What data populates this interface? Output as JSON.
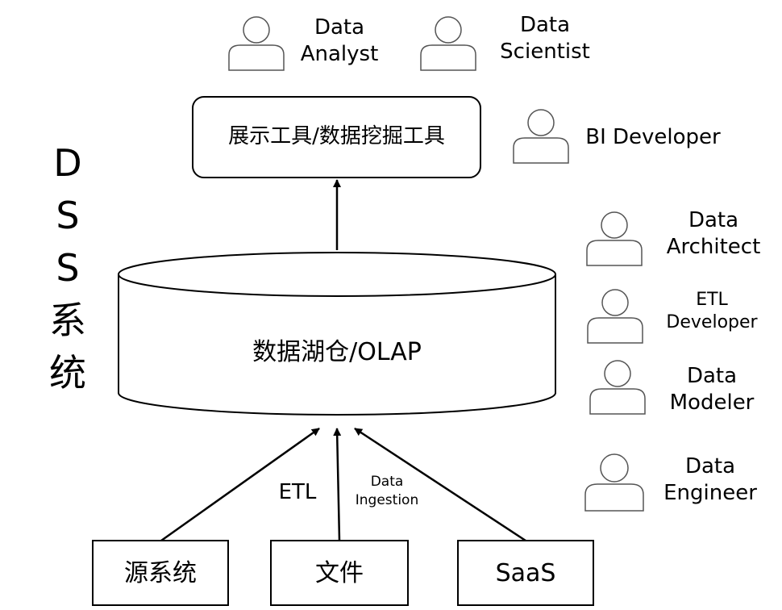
{
  "system_label": [
    "D",
    "S",
    "S",
    "系",
    "统"
  ],
  "top_box": {
    "label": "展示工具/数据挖掘工具"
  },
  "database": {
    "label": "数据湖仓/OLAP"
  },
  "sources": [
    {
      "label": "源系统"
    },
    {
      "label": "文件"
    },
    {
      "label": "SaaS"
    }
  ],
  "edge_labels": {
    "etl": "ETL",
    "data_ingestion": [
      "Data",
      "Ingestion"
    ]
  },
  "roles": {
    "data_analyst": [
      "Data",
      "Analyst"
    ],
    "data_scientist": [
      "Data",
      "Scientist"
    ],
    "bi_developer": [
      "BI Developer"
    ],
    "data_architect": [
      "Data",
      "Architect"
    ],
    "etl_developer": [
      "ETL",
      "Developer"
    ],
    "data_modeler": [
      "Data",
      "Modeler"
    ],
    "data_engineer": [
      "Data",
      "Engineer"
    ]
  },
  "colors": {
    "stroke": "#000000",
    "person_stroke": "#555555",
    "background": "#ffffff"
  }
}
